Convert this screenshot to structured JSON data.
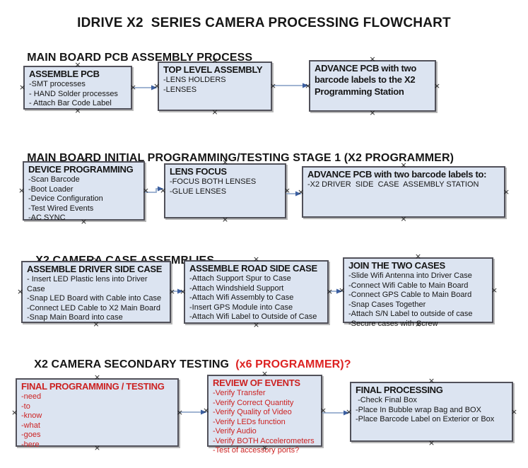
{
  "page_title": "IDRIVE X2  SERIES CAMERA PROCESSING FLOWCHART",
  "colors": {
    "box_fill": "#dce4f1",
    "box_border": "#51515a",
    "text": "#161616",
    "red_text": "#cc2222",
    "heading_red": "#dd2222",
    "arrow_line": "#92aacb",
    "arrow_head": "#3c5fa0"
  },
  "sections": [
    {
      "heading": "MAIN BOARD PCB ASSEMBLY PROCESS",
      "boxes": [
        {
          "title": "ASSEMBLE PCB",
          "items": [
            "-SMT processes",
            "- HAND Solder processes",
            "- Attach Bar Code Label"
          ]
        },
        {
          "title": "TOP LEVEL ASSEMBLY",
          "items": [
            "-LENS HOLDERS",
            "-LENSES"
          ]
        },
        {
          "title": "ADVANCE PCB with two barcode labels to the X2 Programming Station",
          "items": []
        }
      ]
    },
    {
      "heading": "MAIN BOARD INITIAL PROGRAMMING/TESTING STAGE 1 (X2 PROGRAMMER)",
      "boxes": [
        {
          "title": "DEVICE PROGRAMMING",
          "items": [
            "-Scan Barcode",
            "-Boot Loader",
            "-Device Configuration",
            "-Test Wired Events",
            "-AC SYNC"
          ]
        },
        {
          "title": "LENS FOCUS",
          "items": [
            "-FOCUS BOTH LENSES",
            "-GLUE LENSES"
          ]
        },
        {
          "title": "ADVANCE PCB with two barcode labels to:",
          "items": [
            "-X2 DRIVER  SIDE  CASE  ASSEMBLY STATION"
          ]
        }
      ]
    },
    {
      "heading": "X2 CAMERA CASE ASSEMBLIES",
      "boxes": [
        {
          "title": "ASSEMBLE DRIVER SIDE CASE",
          "items": [
            "- Insert LED Plastic lens into Driver Case",
            "-Snap LED Board with Cable into Case",
            "-Connect LED Cable to X2 Main Board",
            "-Snap Main Board into case"
          ]
        },
        {
          "title": "ASSEMBLE ROAD SIDE CASE",
          "items": [
            "-Attach Support Spur to Case",
            "-Attach Windshield Support",
            "-Attach Wifi Assembly to Case",
            "-Insert GPS Module into Case",
            "-Attach Wifi Label to Outside of Case"
          ]
        },
        {
          "title": "JOIN THE TWO CASES",
          "items": [
            "-Slide Wifi Antenna into Driver Case",
            "-Connect Wifi Cable to Main Board",
            "-Connect GPS Cable to Main Board",
            "-Snap Cases Together",
            "-Attach S/N Label to outside of case",
            "-Secure cases with Screw"
          ]
        }
      ]
    },
    {
      "heading": "X2 CAMERA SECONDARY TESTING  ",
      "heading_red": "(x6 PROGRAMMER)?",
      "boxes": [
        {
          "title": "FINAL PROGRAMMING / TESTING",
          "items": [
            "-need",
            "-to",
            "-know",
            "-what",
            "-goes",
            "-here"
          ]
        },
        {
          "title": "REVIEW OF EVENTS",
          "items": [
            "-Verify Transfer",
            "-Verify Correct Quantity",
            "-Verify Quality of Video",
            "-Verify LEDs function",
            "-Verify Audio",
            "-Verify BOTH Accelerometers",
            "-Test of accessory ports?"
          ]
        },
        {
          "title": "FINAL PROCESSING",
          "items": [
            " -Check Final Box",
            "-Place In Bubble wrap Bag and BOX",
            "-Place Barcode Label on Exterior or Box"
          ]
        }
      ]
    }
  ]
}
